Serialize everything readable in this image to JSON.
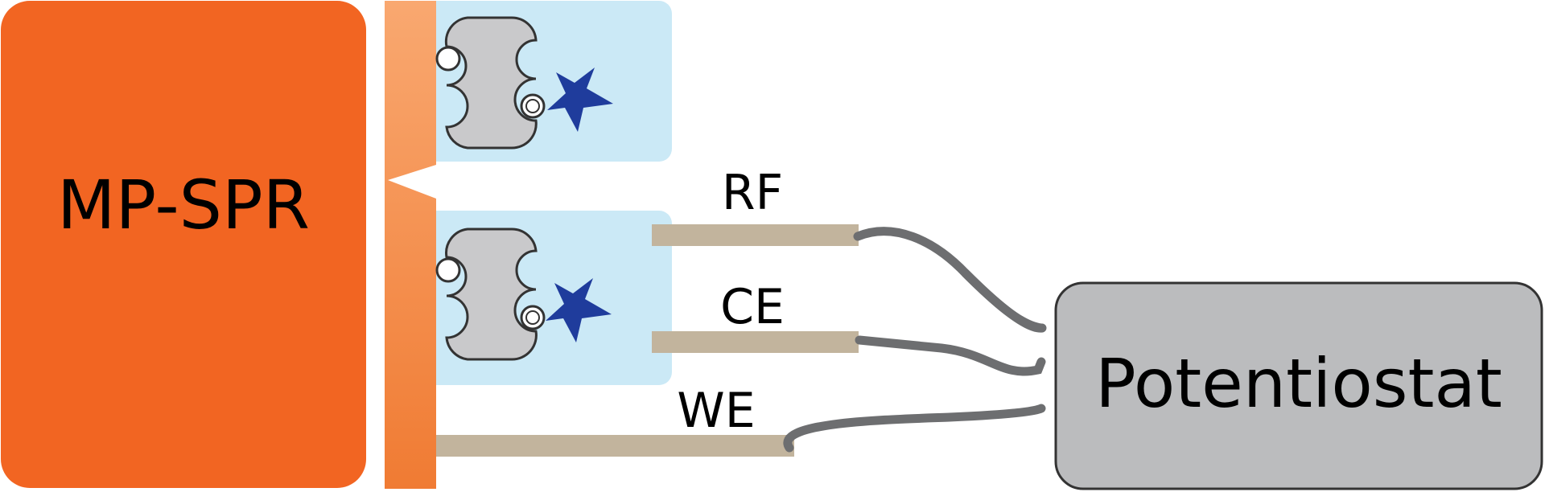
{
  "instrument_label": "MP-SPR",
  "device_label": "Potentiostat",
  "electrodes": {
    "rf": "RF",
    "ce": "CE",
    "we": "WE"
  },
  "colors": {
    "instrument": "#f26522",
    "prism_light": "#f9a870",
    "prism_dark": "#f07b33",
    "flow_cell": "#cbe9f6",
    "chip_body": "#c9c9cb",
    "chip_outline": "#333333",
    "marker_star": "#1f3c9c",
    "electrode": "#c2b49d",
    "wire": "#6d6e70",
    "device": "#bbbcbe",
    "device_outline": "#333333"
  },
  "icons": {
    "marker": "star-icon"
  }
}
